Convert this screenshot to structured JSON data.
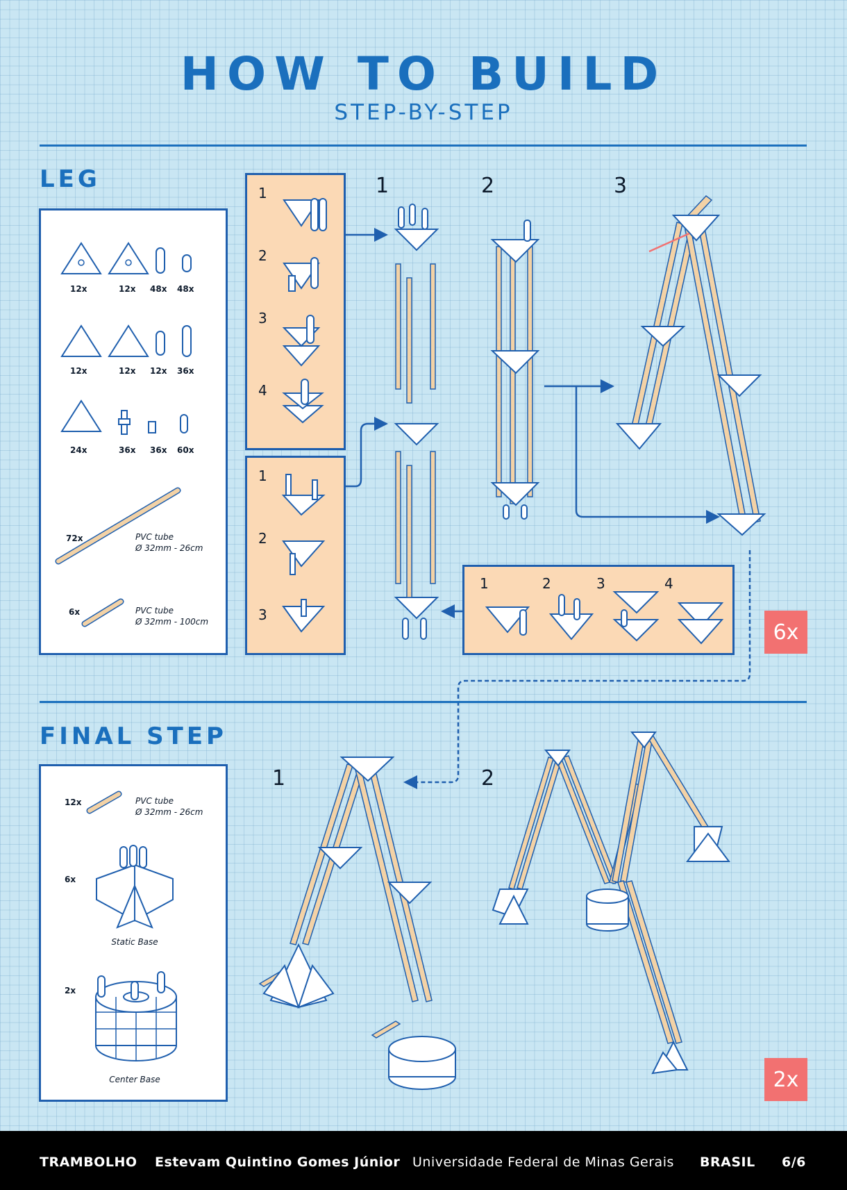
{
  "header": {
    "title": "HOW TO BUILD",
    "subtitle": "STEP-BY-STEP"
  },
  "leg": {
    "section_title": "LEG",
    "parts": [
      {
        "qty": "12x",
        "icon": "large-triangle-plate-icon"
      },
      {
        "qty": "12x",
        "icon": "large-triangle-plate-icon"
      },
      {
        "qty": "48x",
        "icon": "hinge-tab-icon"
      },
      {
        "qty": "48x",
        "icon": "small-hinge-icon"
      },
      {
        "qty": "12x",
        "icon": "triangle-plate-icon"
      },
      {
        "qty": "12x",
        "icon": "triangle-plate-icon"
      },
      {
        "qty": "12x",
        "icon": "hook-tab-icon"
      },
      {
        "qty": "36x",
        "icon": "long-hinge-icon"
      },
      {
        "qty": "24x",
        "icon": "triangle-plate-icon"
      },
      {
        "qty": "36x",
        "icon": "connector-peg-icon"
      },
      {
        "qty": "36x",
        "icon": "small-clip-icon"
      },
      {
        "qty": "60x",
        "icon": "spacer-icon"
      }
    ],
    "tube_long": {
      "qty": "72x",
      "line1": "PVC tube",
      "line2": "Ø 32mm - 26cm"
    },
    "tube_short": {
      "qty": "6x",
      "line1": "PVC tube",
      "line2": "Ø 32mm - 100cm"
    },
    "sub_a_steps": [
      "1",
      "2",
      "3",
      "4"
    ],
    "sub_b_steps": [
      "1",
      "2",
      "3"
    ],
    "sub_c_steps": [
      "1",
      "2",
      "3",
      "4"
    ],
    "main_steps": [
      "1",
      "2",
      "3"
    ],
    "multiplier": "6x"
  },
  "final": {
    "section_title": "FINAL STEP",
    "tube": {
      "qty": "12x",
      "line1": "PVC tube",
      "line2": "Ø 32mm - 26cm"
    },
    "static_base": {
      "qty": "6x",
      "label": "Static Base"
    },
    "center_base": {
      "qty": "2x",
      "label": "Center Base"
    },
    "steps": [
      "1",
      "2"
    ],
    "multiplier": "2x"
  },
  "footer": {
    "project": "TRAMBOLHO",
    "author": "Estevam Quintino Gomes Júnior",
    "university": "Universidade Federal de Minas Gerais",
    "country": "BRASIL",
    "page": "6/6"
  },
  "colors": {
    "accent": "#1a6fbd",
    "outline": "#1f5fae",
    "tube": "#f3d2a6",
    "badge": "#f27171",
    "panel_orange": "#fbd9b5"
  }
}
